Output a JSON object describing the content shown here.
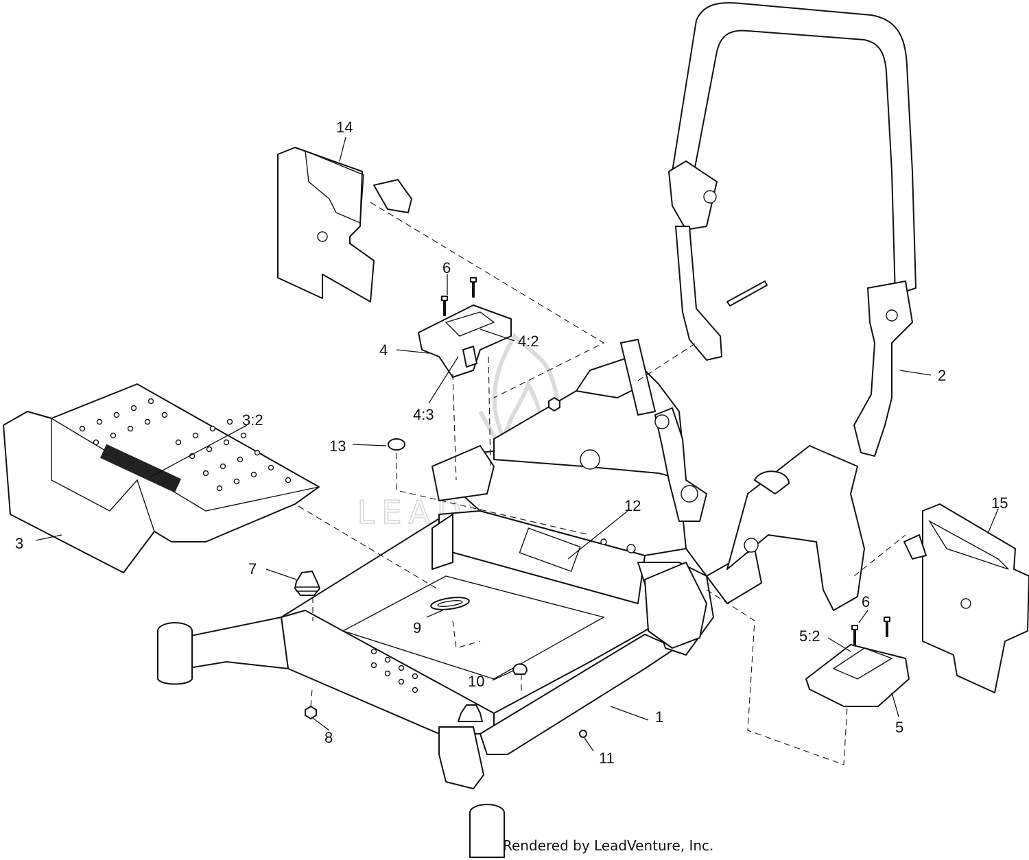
{
  "watermark": {
    "brand": "LEADVENTURE"
  },
  "credit": "Rendered by LeadVenture, Inc.",
  "callouts": [
    "1",
    "2",
    "3",
    "3:2",
    "4",
    "4:2",
    "4:3",
    "5",
    "5:2",
    "6",
    "6",
    "7",
    "8",
    "9",
    "10",
    "11",
    "12",
    "13",
    "14",
    "15"
  ]
}
